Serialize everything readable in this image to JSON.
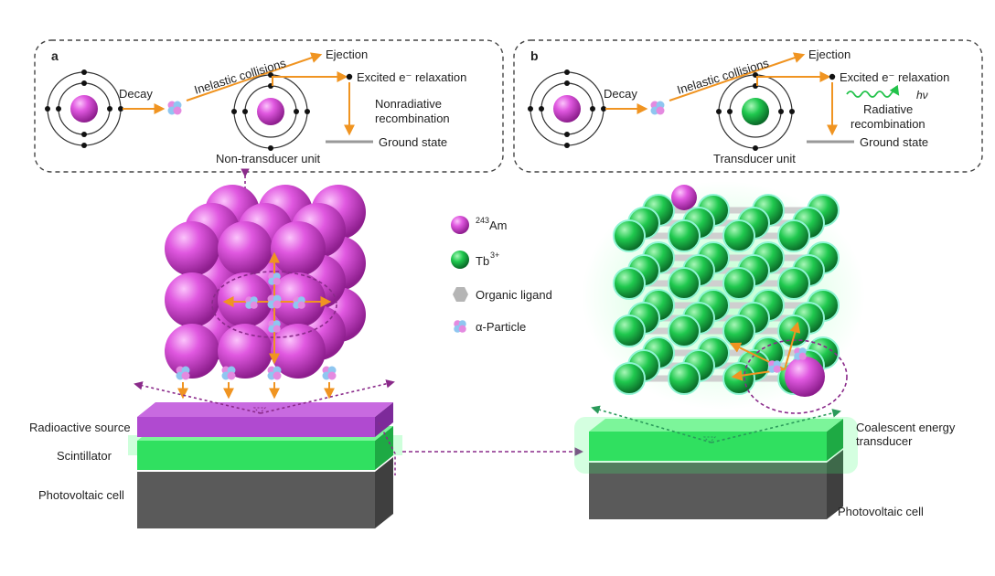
{
  "panel_a": {
    "label": "a",
    "decay": "Decay",
    "inelastic": "Inelastic collisions",
    "ejection": "Ejection",
    "excited": "Excited e⁻ relaxation",
    "nonrad_1": "Nonradiative",
    "nonrad_2": "recombination",
    "ground": "Ground state",
    "unit": "Non-transducer unit"
  },
  "panel_b": {
    "label": "b",
    "decay": "Decay",
    "inelastic": "Inelastic collisions",
    "ejection": "Ejection",
    "excited": "Excited e⁻ relaxation",
    "hv": "hν",
    "rad_1": "Radiative",
    "rad_2": "recombination",
    "ground": "Ground state",
    "unit": "Transducer unit"
  },
  "legend": {
    "am_sup": "243",
    "am": "Am",
    "tb": "Tb",
    "tb_sup": "3+",
    "ligand": "Organic ligand",
    "alpha": "α-Particle"
  },
  "left_device": {
    "radioactive_source": "Radioactive source",
    "scintillator": "Scintillator",
    "photovoltaic": "Photovoltaic cell"
  },
  "right_device": {
    "transducer_1": "Coalescent energy",
    "transducer_2": "transducer",
    "photovoltaic": "Photovoltaic cell"
  },
  "colors": {
    "am": "#d63fd6",
    "tb": "#19c24a",
    "arrow": "#f09421",
    "purple_dash": "#8a2a8a",
    "green_dash": "#2a9a5a",
    "slab_purple": "#b04ad0",
    "slab_green": "#30e060",
    "slab_gray": "#5a5a5a"
  }
}
